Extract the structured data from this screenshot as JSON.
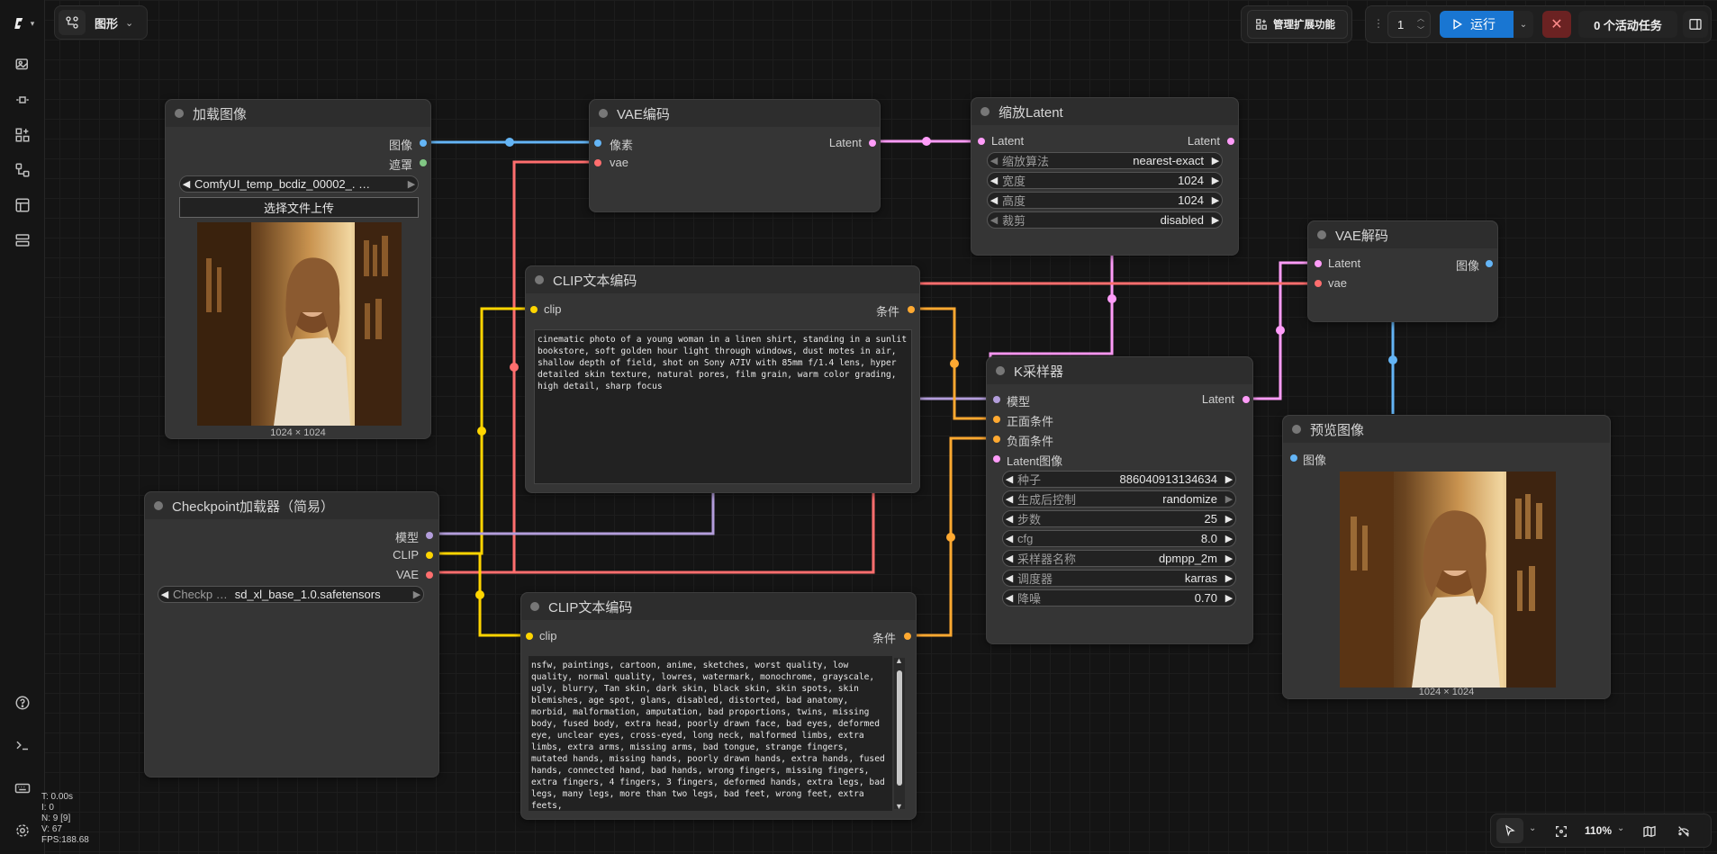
{
  "topbar": {
    "workflow_tab": "图形",
    "manage_extensions": "管理扩展功能",
    "queue_count": "1",
    "run_label": "运行",
    "active_tasks": "0 个活动任务"
  },
  "nodes": {
    "load_image": {
      "title": "加载图像",
      "out_image": "图像",
      "out_mask": "遮罩",
      "file_value": "ComfyUI_temp_bcdiz_00002_. …",
      "upload_label": "选择文件上传",
      "caption": "1024 × 1024"
    },
    "vae_encode": {
      "title": "VAE编码",
      "in_pixels": "像素",
      "in_vae": "vae",
      "out_latent": "Latent"
    },
    "upscale_latent": {
      "title": "缩放Latent",
      "in_latent": "Latent",
      "out_latent": "Latent",
      "widgets": [
        {
          "name": "缩放算法",
          "value": "nearest-exact"
        },
        {
          "name": "宽度",
          "value": "1024"
        },
        {
          "name": "高度",
          "value": "1024"
        },
        {
          "name": "裁剪",
          "value": "disabled"
        }
      ]
    },
    "vae_decode": {
      "title": "VAE解码",
      "in_latent": "Latent",
      "in_vae": "vae",
      "out_image": "图像"
    },
    "clip_pos": {
      "title": "CLIP文本编码",
      "in_clip": "clip",
      "out_cond": "条件",
      "text": "cinematic photo of a young woman in a linen shirt, standing in a sunlit bookstore, soft golden hour light through windows, dust motes in air, shallow depth of field, shot on Sony A7IV with 85mm f/1.4 lens, hyper detailed skin texture, natural pores, film grain, warm color grading, high detail, sharp focus"
    },
    "ksampler": {
      "title": "K采样器",
      "in_model": "模型",
      "in_positive": "正面条件",
      "in_negative": "负面条件",
      "in_latent": "Latent图像",
      "out_latent": "Latent",
      "widgets": [
        {
          "name": "种子",
          "value": "886040913134634"
        },
        {
          "name": "生成后控制",
          "value": "randomize"
        },
        {
          "name": "步数",
          "value": "25"
        },
        {
          "name": "cfg",
          "value": "8.0"
        },
        {
          "name": "采样器名称",
          "value": "dpmpp_2m"
        },
        {
          "name": "调度器",
          "value": "karras"
        },
        {
          "name": "降噪",
          "value": "0.70"
        }
      ]
    },
    "preview": {
      "title": "预览图像",
      "in_image": "图像",
      "caption": "1024 × 1024"
    },
    "checkpoint": {
      "title": "Checkpoint加载器（简易）",
      "out_model": "模型",
      "out_clip": "CLIP",
      "out_vae": "VAE",
      "widget_name": "Checkp …",
      "widget_value": "sd_xl_base_1.0.safetensors"
    },
    "clip_neg": {
      "title": "CLIP文本编码",
      "in_clip": "clip",
      "out_cond": "条件",
      "text": "nsfw, paintings, cartoon, anime, sketches, worst quality, low quality, normal quality, lowres, watermark, monochrome, grayscale, ugly, blurry, Tan skin, dark skin, black skin, skin spots, skin blemishes, age spot, glans, disabled, distorted, bad anatomy, morbid, malformation, amputation, bad proportions, twins, missing body, fused body, extra head, poorly drawn face, bad eyes, deformed eye, unclear eyes, cross-eyed, long neck, malformed limbs, extra limbs, extra arms, missing arms, bad tongue, strange fingers, mutated hands, missing hands, poorly drawn hands, extra hands, fused hands, connected hand, bad hands, wrong fingers, missing fingers, extra fingers, 4 fingers, 3 fingers, deformed hands, extra legs, bad legs, many legs, more than two legs, bad feet, wrong feet, extra feets,"
    }
  },
  "stats": {
    "t": "T: 0.00s",
    "i": "I: 0",
    "n": "N: 9 [9]",
    "v": "V: 67",
    "fps": "FPS:188.68"
  },
  "bottombar": {
    "zoom": "110%"
  },
  "colors": {
    "image": "#64b5f6",
    "latent": "#ff9cf9",
    "vae": "#ff6e6e",
    "clip": "#ffd500",
    "conditioning": "#ffa931",
    "model": "#b39ddb",
    "mask": "#81c784",
    "run": "#1976d2"
  }
}
